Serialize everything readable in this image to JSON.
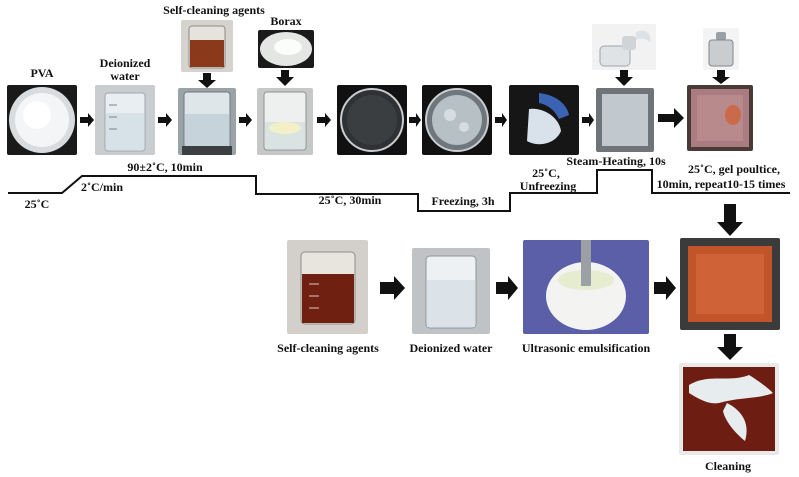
{
  "process": {
    "top_photos": [
      {
        "name": "pva",
        "label": "PVA"
      },
      {
        "name": "deionized-water",
        "label_line1": "Deionized",
        "label_line2": "water"
      },
      {
        "name": "self-cleaning-agents",
        "label": "Self-cleaning agents"
      },
      {
        "name": "borax",
        "label": "Borax"
      },
      {
        "name": "petri-dish-gel"
      },
      {
        "name": "frozen-gel"
      },
      {
        "name": "gel-sheet"
      },
      {
        "name": "steam-heating-gel"
      },
      {
        "name": "gel-poultice-weight"
      }
    ],
    "temperature_profile": {
      "start_temp": "25˚C",
      "ramp": "2˚C/min",
      "hold1": "90±2˚C, 10min",
      "hold2": "25˚C, 30min",
      "freezing": "Freezing, 3h",
      "unfreezing_line1": "25˚C,",
      "unfreezing_line2": "Unfreezing",
      "steam": "Steam-Heating, 10s",
      "poultice_line1": "25˚C, gel poultice,",
      "poultice_line2": "10min, repeat10-15 times"
    },
    "bottom_steps": [
      {
        "name": "self-cleaning-agents",
        "label": "Self-cleaning agents"
      },
      {
        "name": "deionized-water",
        "label": "Deionized water"
      },
      {
        "name": "ultrasonic-emulsification",
        "label": "Ultrasonic emulsification"
      }
    ],
    "cleaning_label": "Cleaning"
  }
}
